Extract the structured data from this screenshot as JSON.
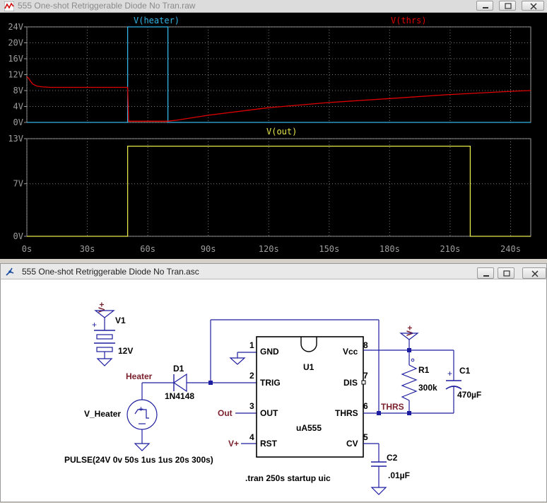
{
  "windows": {
    "waveform": {
      "title": "555 One-shot Retriggerable Diode No Tran.raw",
      "pane_top": {
        "traces": [
          {
            "label": "V(heater)",
            "color": "#33b5e5"
          },
          {
            "label": "V(thrs)",
            "color": "#e00000"
          }
        ],
        "y_ticks": [
          "24V",
          "20V",
          "16V",
          "12V",
          "8V",
          "4V",
          "0V"
        ]
      },
      "pane_bottom": {
        "traces": [
          {
            "label": "V(out)",
            "color": "#e6e64b"
          }
        ],
        "y_ticks": [
          "13V",
          "7V",
          "0V"
        ]
      },
      "x_ticks": [
        "0s",
        "30s",
        "60s",
        "90s",
        "120s",
        "150s",
        "180s",
        "210s",
        "240s"
      ]
    },
    "schematic": {
      "title": "555 One-shot Retriggerable Diode No Tran.asc",
      "components": {
        "v1": {
          "name": "V1",
          "value": "12V",
          "supply": "V+"
        },
        "d1": {
          "name": "D1",
          "model": "1N4148"
        },
        "v_heater": {
          "name": "V_Heater",
          "source": "PULSE(24V 0v 50s 1us 1us 20s 300s)"
        },
        "u1": {
          "name": "U1",
          "model": "uA555",
          "pins": {
            "gnd": {
              "num": "1",
              "label": "GND"
            },
            "trig": {
              "num": "2",
              "label": "TRIG"
            },
            "out": {
              "num": "3",
              "label": "OUT"
            },
            "rst": {
              "num": "4",
              "label": "RST"
            },
            "cv": {
              "num": "5",
              "label": "CV"
            },
            "thrs": {
              "num": "6",
              "label": "THRS"
            },
            "dis": {
              "num": "7",
              "label": "DIS"
            },
            "vcc": {
              "num": "8",
              "label": "Vcc"
            }
          }
        },
        "r1": {
          "name": "R1",
          "value": "300k",
          "supply": "V+"
        },
        "c1": {
          "name": "C1",
          "value": "470µF"
        },
        "c2": {
          "name": "C2",
          "value": ".01µF"
        }
      },
      "net_labels": {
        "heater": "Heater",
        "out": "Out",
        "thrs": "THRS",
        "rst_supply": "V+"
      },
      "directive": ".tran 250s startup uic"
    }
  },
  "chart_data": [
    {
      "type": "line",
      "title": "",
      "xlabel": "",
      "ylabel": "",
      "xlim": [
        0,
        250
      ],
      "ylim": [
        0,
        24
      ],
      "series": [
        {
          "name": "V(heater)",
          "x": [
            0,
            50,
            50,
            70,
            70,
            250
          ],
          "y": [
            0,
            0,
            24,
            24,
            0,
            0
          ]
        },
        {
          "name": "V(thrs)",
          "x": [
            0,
            1,
            2,
            3,
            5,
            8,
            12,
            20,
            50,
            50.5,
            70,
            75,
            90,
            120,
            150,
            180,
            210,
            240,
            250
          ],
          "y": [
            11.5,
            11,
            10.2,
            9.6,
            9.1,
            8.9,
            8.8,
            8.8,
            8.8,
            0.3,
            0.3,
            0.6,
            1.8,
            3.7,
            5.0,
            6.0,
            7.0,
            7.8,
            8.0
          ]
        }
      ]
    },
    {
      "type": "line",
      "title": "",
      "xlabel": "",
      "ylabel": "",
      "xlim": [
        0,
        250
      ],
      "ylim": [
        0,
        13
      ],
      "series": [
        {
          "name": "V(out)",
          "x": [
            0,
            50,
            50,
            220,
            220,
            250
          ],
          "y": [
            0,
            0,
            12,
            12,
            0,
            0
          ]
        }
      ]
    }
  ]
}
